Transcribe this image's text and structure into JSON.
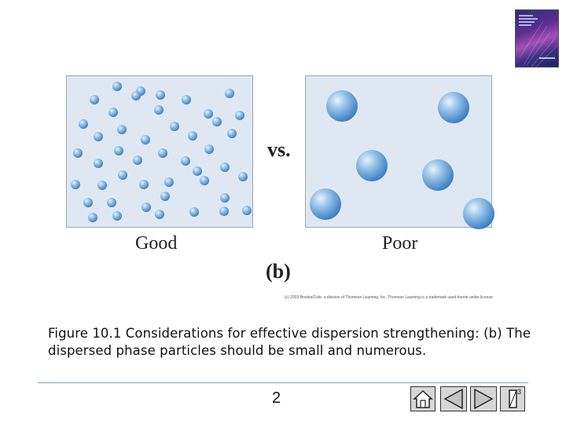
{
  "figure": {
    "vs_label": "vs.",
    "good_label": "Good",
    "poor_label": "Poor",
    "part_label": "(b)",
    "copyright": "(c) 2003 Brooks/Cole, a division of Thomson Learning, Inc. Thomson Learning is a trademark used herein under license."
  },
  "caption": "Figure 10.1 Considerations for effective dispersion strengthening: (b) The dispersed phase particles should be small and numerous.",
  "page_number": "2",
  "navigation": {
    "home_icon": "home-icon",
    "back_icon": "triangle-left-icon",
    "forward_icon": "triangle-right-icon",
    "end_icon": "end-icon",
    "end_counter": "3"
  },
  "colors": {
    "panel_background": "#dfe8f2",
    "particle_blue": "#3f83c4",
    "rule": "#7a9bbd"
  }
}
